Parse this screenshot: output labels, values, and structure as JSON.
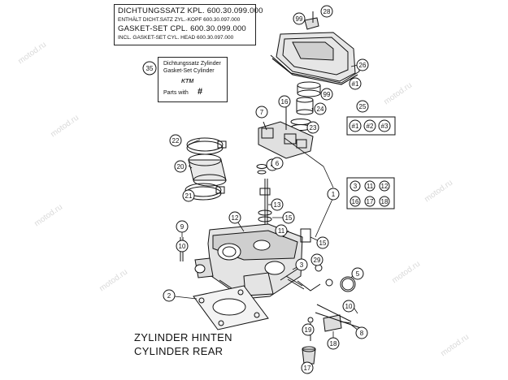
{
  "kit_box": {
    "line1": "DICHTUNGSSATZ KPL. 600.30.099.000",
    "line2": "ENTHÄLT DICHT.SATZ ZYL.-KOPF 600.30.097.000",
    "line3": "GASKET-SET CPL.            600.30.099.000",
    "line4": "INCL. GASKET-SET CYL. HEAD 600.30.097.000"
  },
  "set_box": {
    "line1": "Dichtungssatz Zylinder",
    "line2": "Gasket-Set Cylinder",
    "brand": "KTM",
    "parts_with": "Parts with",
    "hash": "#"
  },
  "caption": {
    "line1": "ZYLINDER HINTEN",
    "line2": "CYLINDER REAR"
  },
  "watermark": "motod.ru",
  "callouts": [
    "1",
    "2",
    "3",
    "4",
    "5",
    "6",
    "7",
    "8",
    "9",
    "10",
    "11",
    "12",
    "13",
    "15",
    "16",
    "17",
    "18",
    "19",
    "20",
    "21",
    "22",
    "23",
    "24",
    "25",
    "26",
    "28",
    "29",
    "35",
    "99",
    "#1",
    "#2",
    "#3"
  ],
  "group_12": [
    "3",
    "11",
    "12",
    "16",
    "17",
    "18"
  ],
  "group_26": [
    "#1",
    "#2",
    "#3"
  ]
}
